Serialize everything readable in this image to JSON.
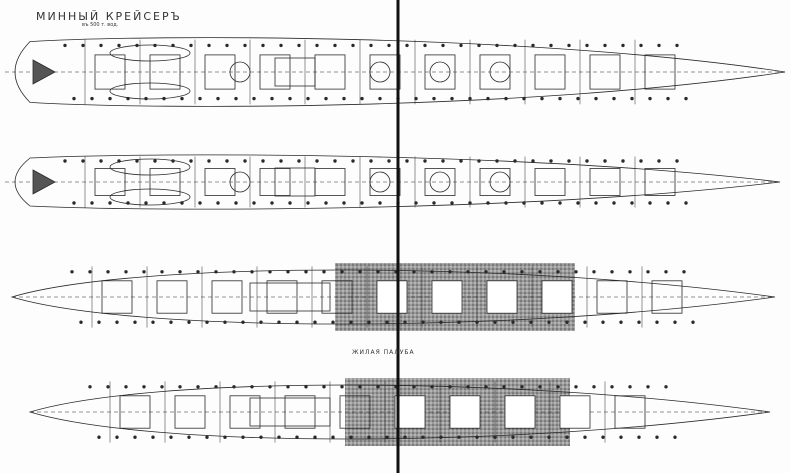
{
  "title": "МИННЫЙ КРЕЙСЕРЪ",
  "scale_note": "въ 500 т. вод.",
  "deck_label": "ЖИЛАЯ ПАЛУБА",
  "colors": {
    "ink": "#2a2a2a",
    "stipple": "#8a8a8a",
    "paper": "#fdfdfd"
  }
}
